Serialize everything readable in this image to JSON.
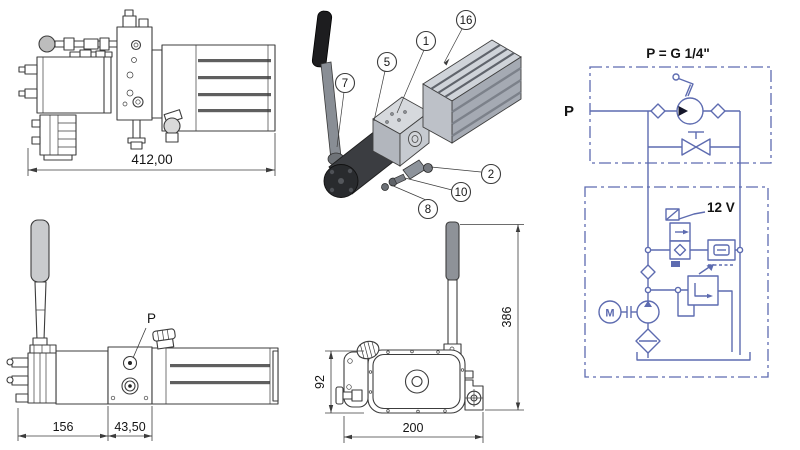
{
  "colors": {
    "line": "#3c3c3c",
    "schem": "#5d6bb0",
    "text": "#141414"
  },
  "views": {
    "front": {
      "dim_overall": "412,00"
    },
    "iso": {
      "callouts": {
        "c1": "1",
        "c2": "2",
        "c5": "5",
        "c7": "7",
        "c8": "8",
        "c10": "10",
        "c16": "16"
      }
    },
    "schematic": {
      "port_size": "P = G 1/4\"",
      "port": "P",
      "voltage": "12 V",
      "motor": "M"
    },
    "side": {
      "port": "P",
      "dim_a": "156",
      "dim_b": "43,50"
    },
    "top": {
      "dim_width": "92",
      "dim_length": "200",
      "dim_height": "386"
    }
  }
}
